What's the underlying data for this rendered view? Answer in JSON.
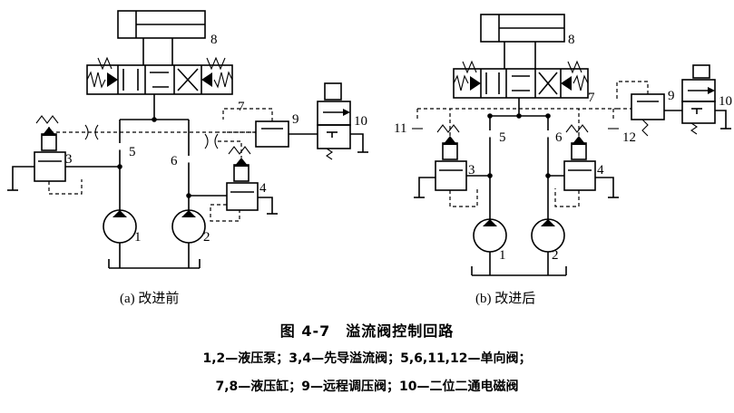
{
  "figure": {
    "title": "图 4-7　溢流阀控制回路",
    "legend_line1": "1,2—液压泵；3,4—先导溢流阀；5,6,11,12—单向阀；",
    "legend_line2": "7,8—液压缸；9—远程调压阀；10—二位二通电磁阀"
  },
  "panel_a": {
    "caption": "(a) 改进前",
    "labels": {
      "cyl": "8",
      "valve7": "7",
      "rv3": "3",
      "rv4": "4",
      "cv5": "5",
      "cv6": "6",
      "pump1": "1",
      "pump2": "2",
      "rem9": "9",
      "sol10": "10"
    }
  },
  "panel_b": {
    "caption": "(b) 改进后",
    "labels": {
      "cyl": "8",
      "valve7": "7",
      "rv3": "3",
      "rv4": "4",
      "cv5": "5",
      "cv6": "6",
      "cv11": "11",
      "cv12": "12",
      "pump1": "1",
      "pump2": "2",
      "rem9": "9",
      "sol10": "10"
    }
  }
}
